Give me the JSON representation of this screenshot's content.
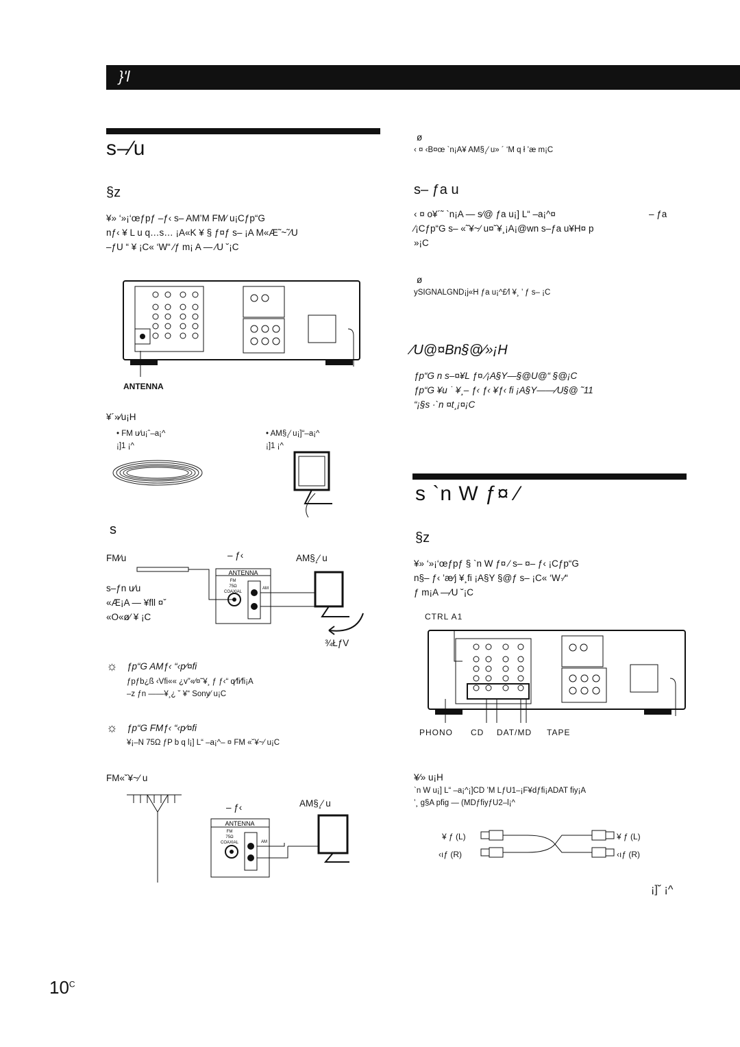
{
  "header": {
    "tab_text": "}'l"
  },
  "left": {
    "section_title": "s–⁄u",
    "sub_title": "§z",
    "intro_lines": [
      "¥» ‘»¡‘œƒpƒ  –ƒ‹  s–     AM’M  FM⁄ u¡Cƒp“G",
      "nƒ‹ ¥ L u q…s… ¡A«K  ¥ § ƒ¤ƒ    s– ¡A M«Æ˜~˜⁄U",
      "–ƒU  “  ¥ ¡C« ‘W“  ⁄ƒ m¡           A —   ⁄U ˘¡C"
    ],
    "antenna_label": "ANTENNA",
    "needed_label": "¥´»⁄u¡H",
    "item1_line1": "•  FM u⁄u¡ˆ–a¡^",
    "item1_line2": "¡]1 ¡^",
    "item2_line1": "•  AM§¸⁄  u¡]“–a¡^",
    "item2_line2": "¡]1 ¡^",
    "s_label": "s",
    "diagram1": {
      "fm_label": "FM⁄u",
      "receiver_label": "– ƒ‹",
      "am_label": "AM§¸⁄ u",
      "note_lines": [
        "s–ƒn u⁄u",
        "«Æ¡A —  ¥ﬂl ¤ˇ",
        "«O«ø⁄ ¥ ¡C"
      ],
      "rotate_label": "¾ŁƒV",
      "panel_title": "ANTENNA",
      "fm_text": "FM",
      "ohm_text": "75Ω",
      "coax_text": "COAXIAL",
      "am_text": "AM"
    },
    "tip1_title": "ƒp“G AMƒ‹  “‹p⁄¤ﬁ",
    "tip1_lines": [
      "ƒpƒb¿ß ‹Vfi«« ¿v”«⁄¤˜¥¸  ƒ ƒ‹“ q⁄fi⁄fi¡A",
      "–z  ƒn ——¥¸¿ ˘ ¥“      Sony⁄ u¡C"
    ],
    "tip2_title": "ƒp“G FMƒ‹  “‹p⁄¤ﬁ",
    "tip2_lines": [
      "¥¡–N 75Ω ƒP b q l¡] L“ –a¡^– ¤  FM  «˘¥~⁄ u¡C"
    ],
    "fm_outdoor_label": "FM«˘¥~⁄ u",
    "diagram2": {
      "receiver_label": "– ƒ‹",
      "am_label": "AM§¸⁄ u",
      "panel_title": "ANTENNA",
      "fm_text": "FM",
      "ohm_text": "75Ω",
      "coax_text": "COAXIAL",
      "am_text": "AM"
    }
  },
  "right": {
    "note1_mark": "ø",
    "note1_line": "‹ ¤ ‹B¤œ `n¡A¥    AM§¸⁄ u» ´    ‘M q ł ’æ m¡C",
    "ground_title": "s– ƒa u",
    "ground_lines": [
      "‹ ¤   o¥´˜ `n¡A — s⁄@ ƒa u¡] L“ –a¡^¤",
      "⁄¡Cƒp“G s–  «˜¥~⁄ u¤˘¥¸¡A¡@wn s–ƒa u¥H¤ p",
      "»¡C"
    ],
    "ground_symbol_label": "– ƒa",
    "note2_mark": "ø",
    "note2_line": "ySIGNALGND¡j«H  ƒa u¡^£⁄l ¥¸ ’  ƒ  s– ¡C",
    "question_title": "⁄U@¤Bn§@⁄»¡H",
    "question_lines": [
      "ƒp“G n s–¤¥L ƒ¤ ⁄¡A§Y—§@U@“  §@¡C",
      "ƒp“G ¥u ˙ ¥¸– ƒ‹  ƒ‹ ¥ƒ‹  fi ¡A§Y——⁄U§@ ˜11",
      "“¡§s  ·`n  ¤t¸¡¤¡C"
    ],
    "section_title": "s `n W  ƒ¤  ⁄",
    "sub_title": "§z",
    "intro_lines": [
      "¥» ‘»¡‘œƒpƒ  § `n W  ƒ¤  ⁄  s–  ¤– ƒ‹  ¡Cƒp“G",
      "n§– ƒ‹   ’æ⁄j  ¥¸fi ¡A§Y  §@ƒ  s– ¡C« ‘W·⁄“",
      "ƒ  m¡A —⁄U ˘¡C"
    ],
    "ctrl_label": "CTRL A1",
    "jack_labels": [
      "PHONO",
      "CD",
      "DAT/MD",
      "TAPE"
    ],
    "needed_label": "¥⁄»  u¡H",
    "needed_lines": [
      "`n W  u¡] L“ –a¡^¡]CD   ’M  LƒU1–¡F¥dƒfi¡ADAT                      fiy¡A",
      "’¸ g§A  pfig    —     (MDƒfiyƒU2–l¡^"
    ],
    "cable_white": "¥  ƒ   (L)",
    "cable_red": "‹ıƒ   (R)",
    "continued": "¡]˘  ¡^"
  },
  "page_number": "10",
  "page_number_suffix": "C"
}
